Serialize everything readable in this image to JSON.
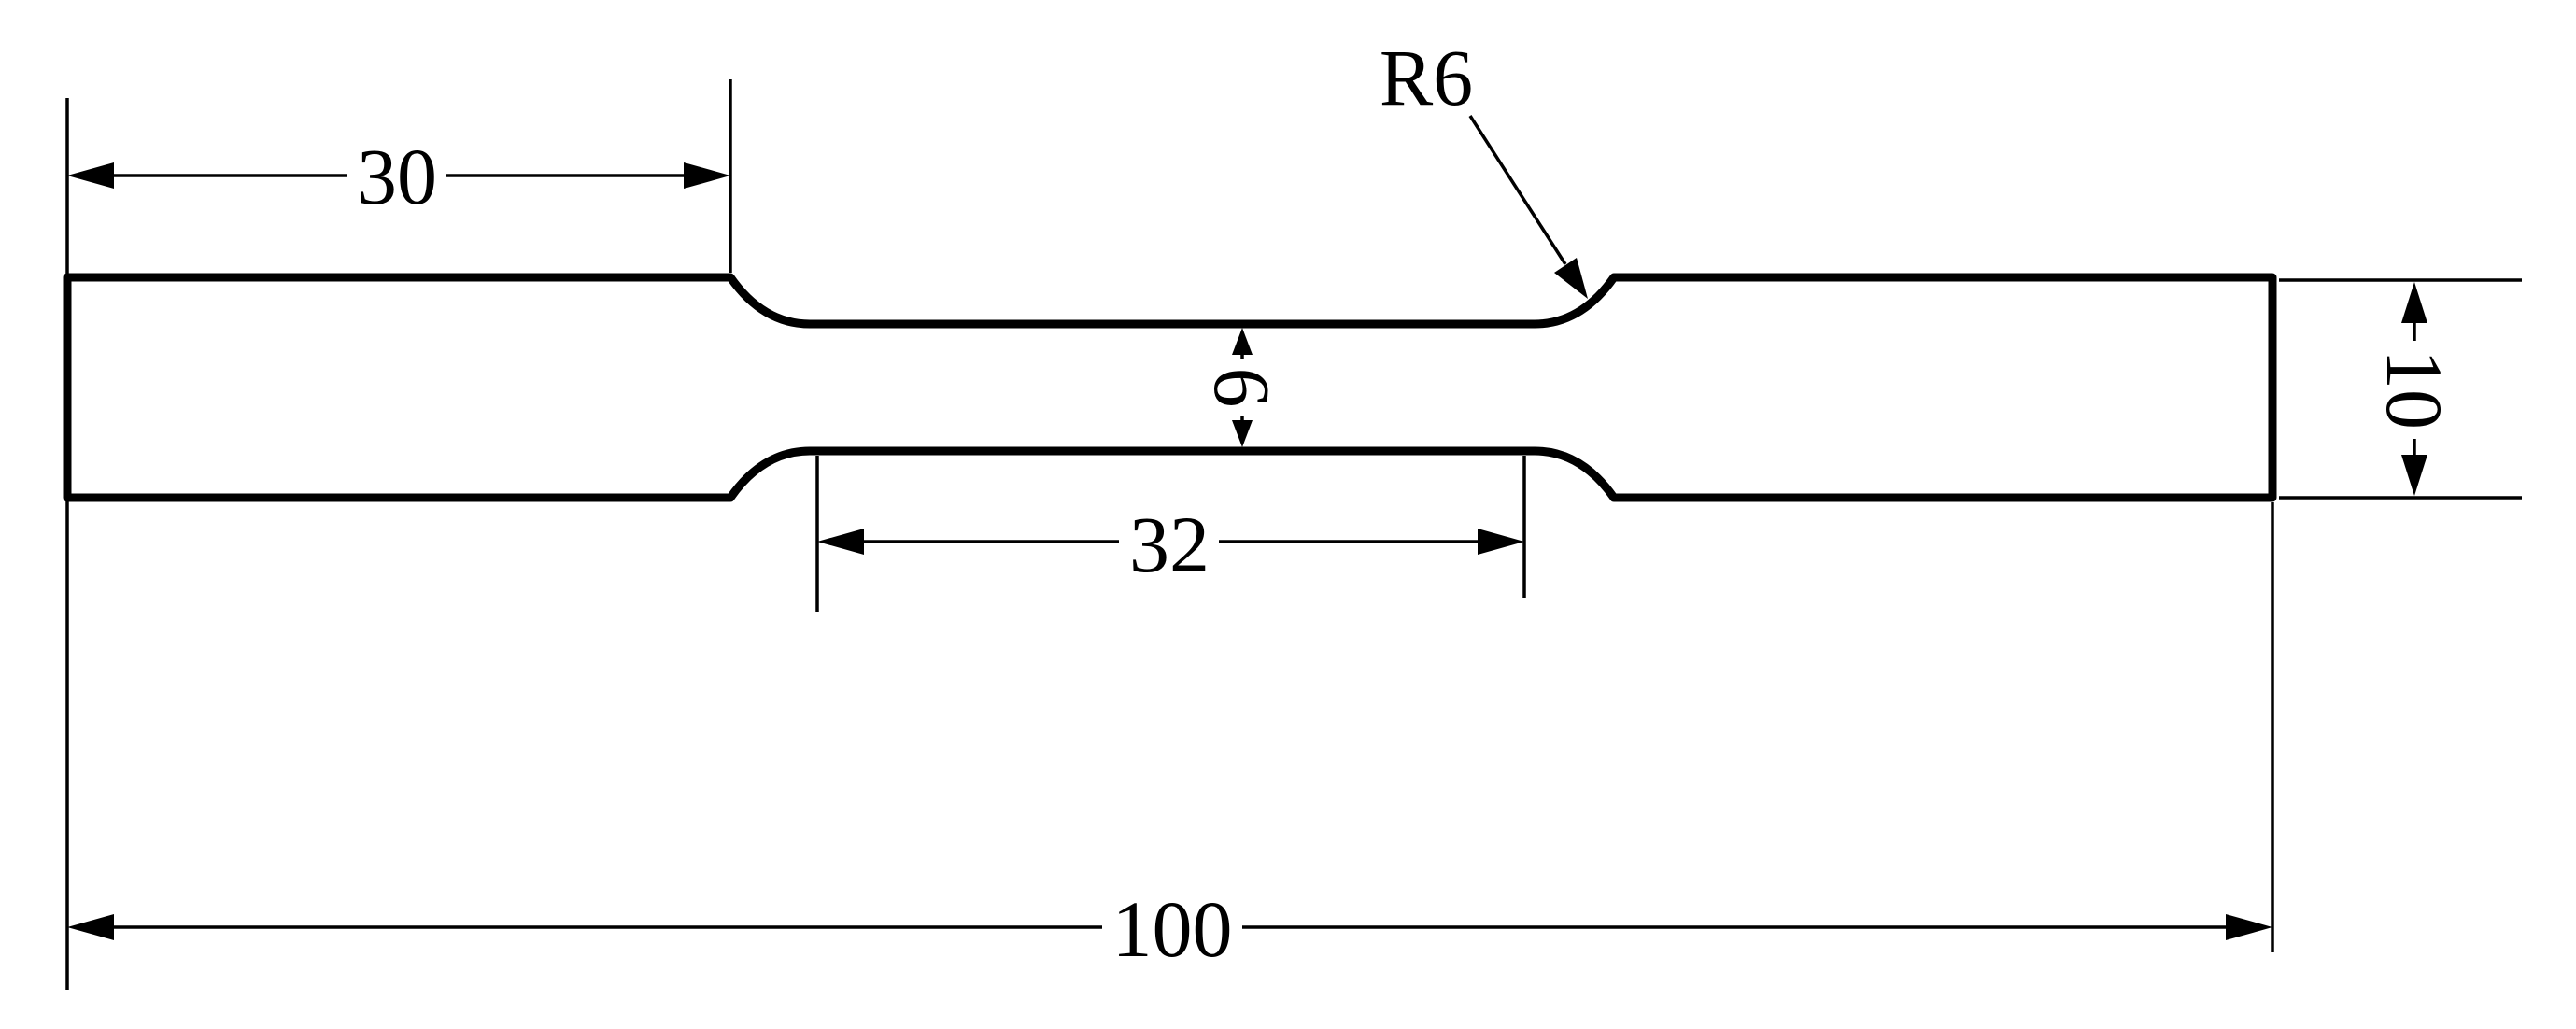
{
  "drawing": {
    "labels": {
      "grip_length": "30",
      "gauge_length": "32",
      "total_length": "100",
      "fillet_radius": "R6",
      "gauge_width": "6",
      "grip_width": "10"
    }
  }
}
